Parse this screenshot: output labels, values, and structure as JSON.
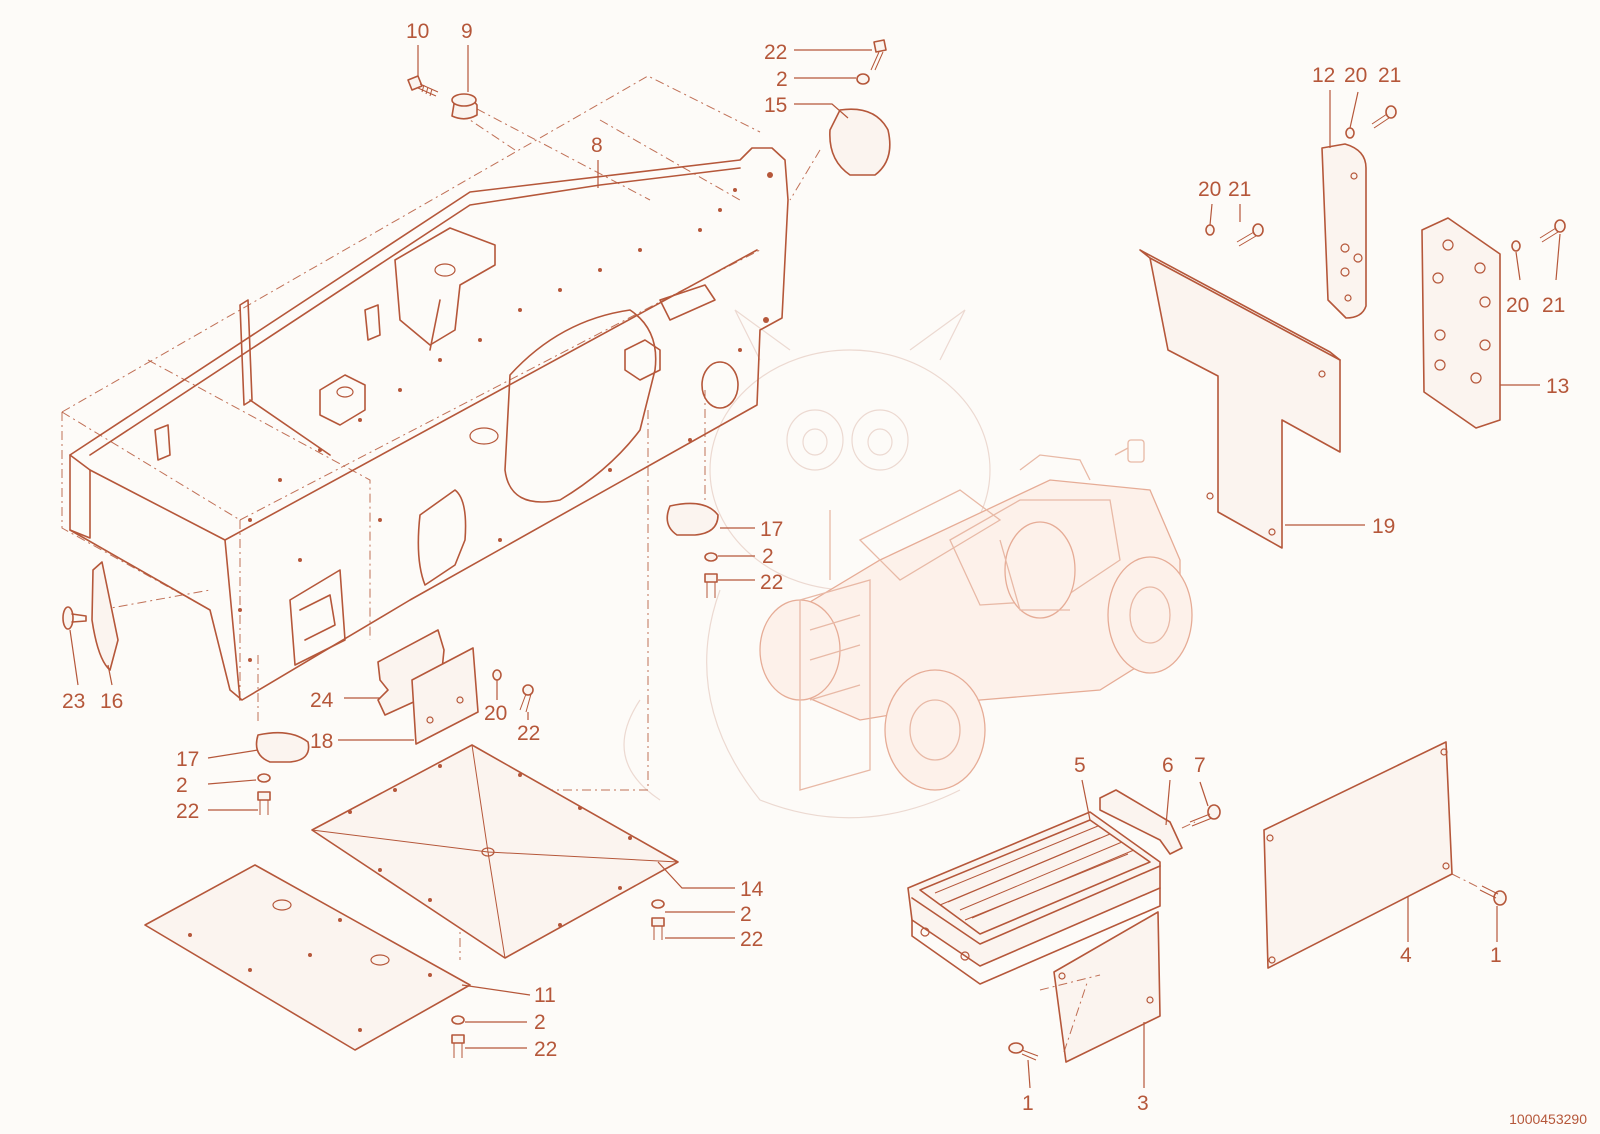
{
  "document_number": "1000453290",
  "colors": {
    "line": "#b5573a",
    "faint_line": "#e6ac96",
    "background": "#fdfbf8"
  },
  "callouts": [
    {
      "id": "c10",
      "text": "10"
    },
    {
      "id": "c9",
      "text": "9"
    },
    {
      "id": "c22a",
      "text": "22"
    },
    {
      "id": "c2a",
      "text": "2"
    },
    {
      "id": "c15",
      "text": "15"
    },
    {
      "id": "c8",
      "text": "8"
    },
    {
      "id": "c12",
      "text": "12"
    },
    {
      "id": "c20a",
      "text": "20"
    },
    {
      "id": "c21a",
      "text": "21"
    },
    {
      "id": "c20b",
      "text": "20"
    },
    {
      "id": "c21b",
      "text": "21"
    },
    {
      "id": "c20c",
      "text": "20"
    },
    {
      "id": "c21c",
      "text": "21"
    },
    {
      "id": "c13",
      "text": "13"
    },
    {
      "id": "c19",
      "text": "19"
    },
    {
      "id": "c17a",
      "text": "17"
    },
    {
      "id": "c2b",
      "text": "2"
    },
    {
      "id": "c22b",
      "text": "22"
    },
    {
      "id": "c23",
      "text": "23"
    },
    {
      "id": "c16",
      "text": "16"
    },
    {
      "id": "c24",
      "text": "24"
    },
    {
      "id": "c20d",
      "text": "20"
    },
    {
      "id": "c22c",
      "text": "22"
    },
    {
      "id": "c18",
      "text": "18"
    },
    {
      "id": "c17b",
      "text": "17"
    },
    {
      "id": "c2c",
      "text": "2"
    },
    {
      "id": "c22d",
      "text": "22"
    },
    {
      "id": "c14",
      "text": "14"
    },
    {
      "id": "c2d",
      "text": "2"
    },
    {
      "id": "c22e",
      "text": "22"
    },
    {
      "id": "c11",
      "text": "11"
    },
    {
      "id": "c2e",
      "text": "2"
    },
    {
      "id": "c22f",
      "text": "22"
    },
    {
      "id": "c5",
      "text": "5"
    },
    {
      "id": "c6",
      "text": "6"
    },
    {
      "id": "c7",
      "text": "7"
    },
    {
      "id": "c4",
      "text": "4"
    },
    {
      "id": "c1a",
      "text": "1"
    },
    {
      "id": "c1b",
      "text": "1"
    },
    {
      "id": "c3",
      "text": "3"
    }
  ]
}
